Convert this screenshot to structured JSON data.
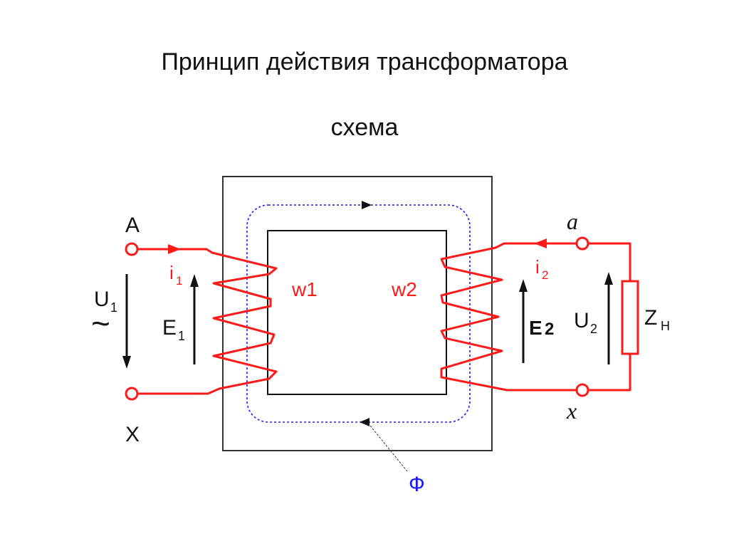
{
  "title": "Принцип действия трансформатора",
  "subtitle": "схема",
  "colors": {
    "wire": "#ff1a1a",
    "flux": "#1a1aff",
    "core": "#333333",
    "text": "#111111"
  },
  "labels": {
    "A": "A",
    "X": "X",
    "a": "a",
    "x": "x",
    "i1": "i",
    "i1_sub": "1",
    "i2": "i",
    "i2_sub": "2",
    "U1": "U",
    "U1_sub": "1",
    "U2": "U",
    "U2_sub": "2",
    "E1": "E",
    "E1_sub": "1",
    "E2": "E",
    "E2_sub": "2",
    "w1": "w1",
    "w2": "w2",
    "ZH": "Z",
    "ZH_sub": "Н",
    "phi": "Ф",
    "tilde": "~"
  }
}
